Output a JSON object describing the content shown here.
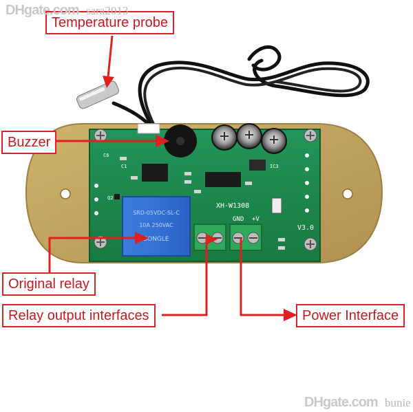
{
  "watermark_top": {
    "brand": "DHgate.com",
    "seller": "sara2013"
  },
  "watermark_bottom": {
    "brand": "DHgate.com",
    "seller": "bunie"
  },
  "callouts": {
    "temperature_probe": "Temperature probe",
    "buzzer": "Buzzer",
    "original_relay": "Original relay",
    "relay_output_interfaces": "Relay output interfaces",
    "power_interface": "Power Interface"
  },
  "board_silkscreen": {
    "model": "XH-W1308",
    "version": "V3.0",
    "gnd": "GND",
    "vplus": "+V",
    "ic3": "IC3",
    "q2": "Q2",
    "c6": "C6",
    "c1": "C1"
  },
  "colors": {
    "callout_red": "#d8232a",
    "pcb_green": "#1f8a4a",
    "backplate": "#c2a45e"
  }
}
